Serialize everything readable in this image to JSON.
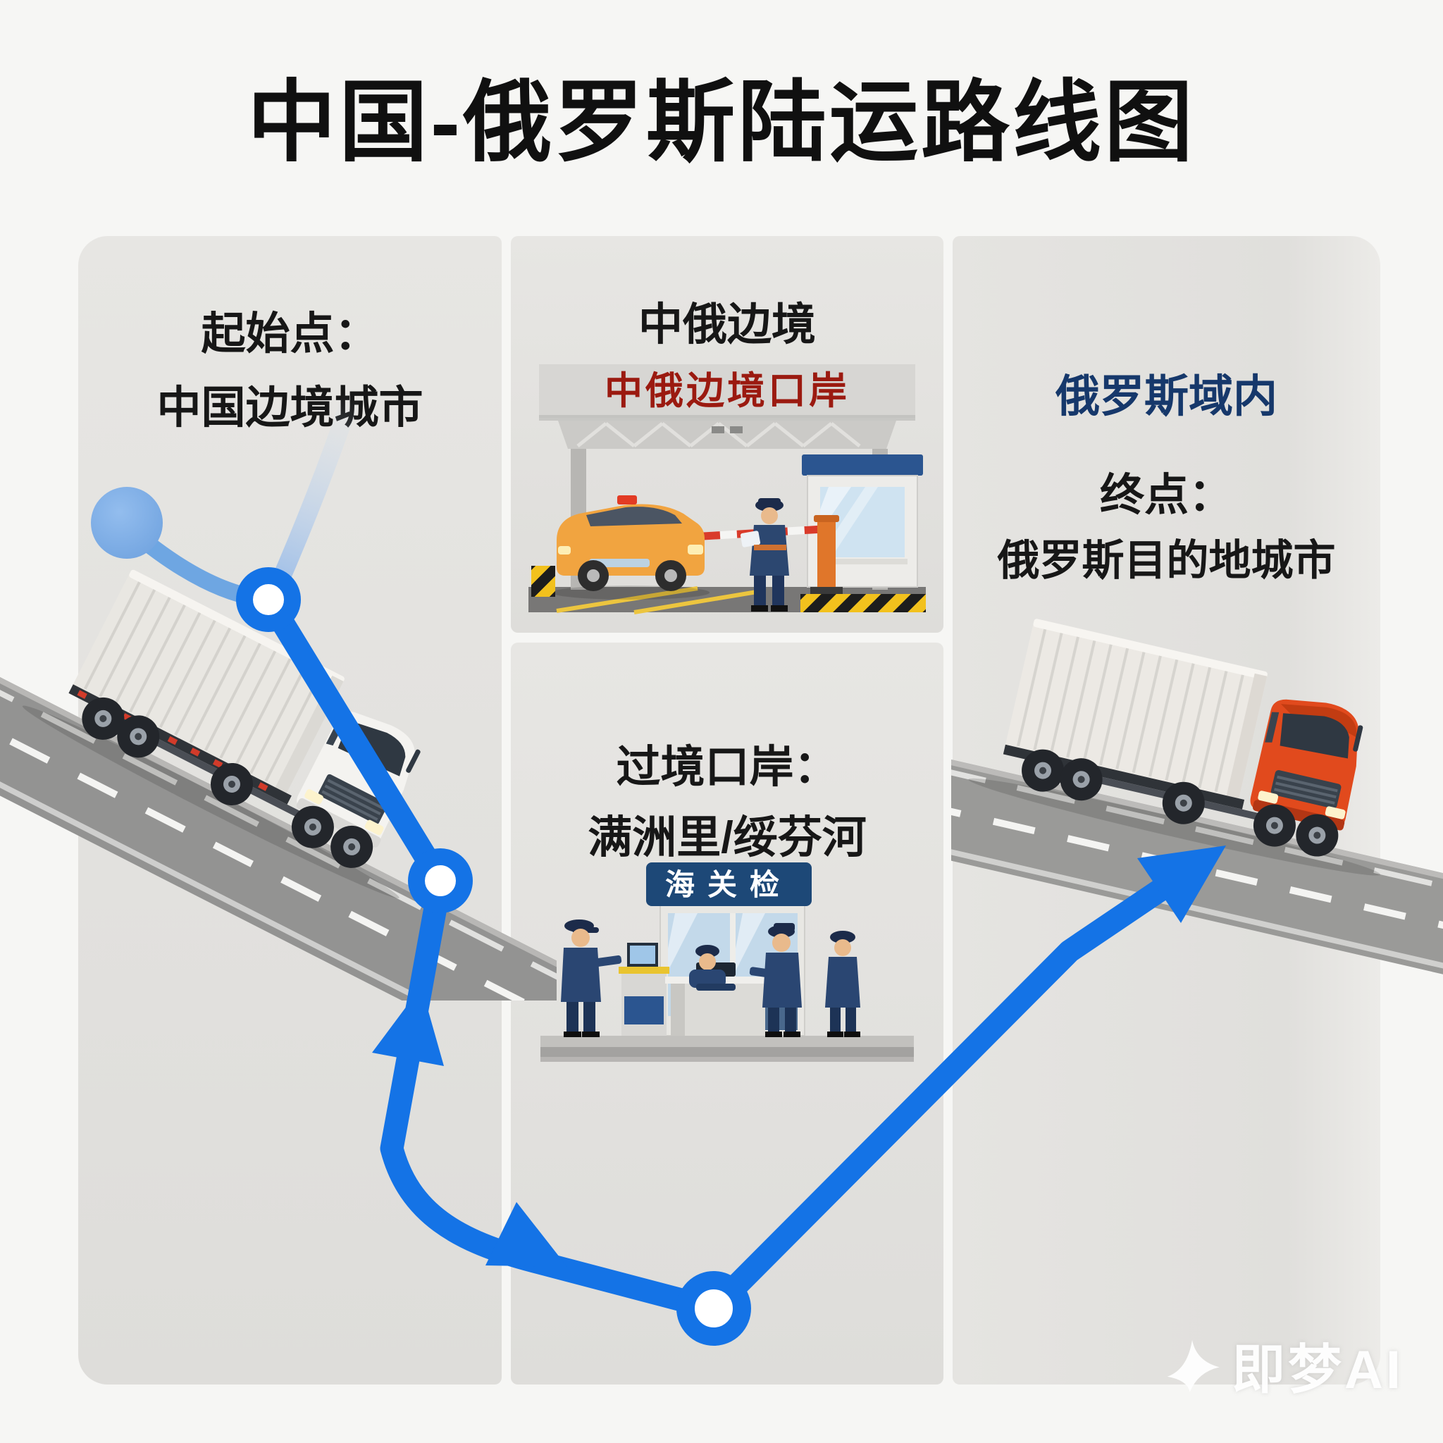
{
  "title": "中国-俄罗斯陆运路线图",
  "panels": {
    "start": {
      "line1": "起始点：",
      "line2": "中国边境城市"
    },
    "border_top": {
      "heading": "中俄边境",
      "gate_sign": "中俄边境口岸"
    },
    "transit": {
      "line1": "过境口岸：",
      "line2": "满洲里/绥芬河",
      "customs_sign": "海关检"
    },
    "russia": {
      "region_label": "俄罗斯域内",
      "line1": "终点：",
      "line2": "俄罗斯目的地城市"
    }
  },
  "watermark": {
    "label": "即梦AI"
  },
  "colors": {
    "route_blue": "#1473e6",
    "start_dot_blue": "#7fb0e8",
    "gate_sign_red": "#9b1a10",
    "customs_sign_navy": "#1d4877",
    "russia_heading_navy": "#16386b",
    "red_truck": "#e14a1d",
    "taxi_orange": "#f1a440"
  }
}
